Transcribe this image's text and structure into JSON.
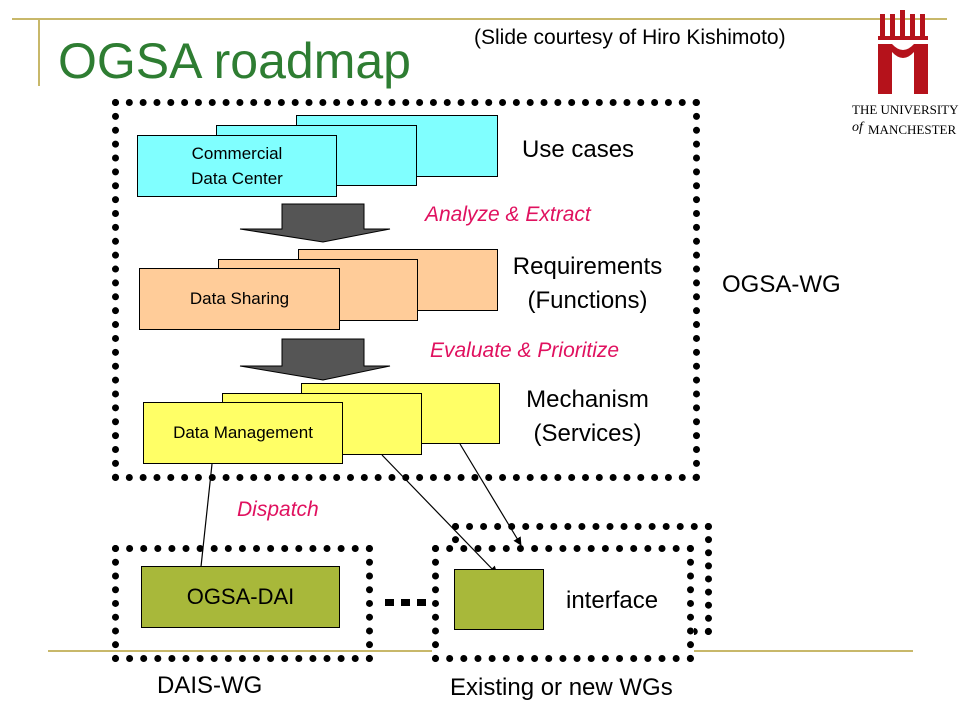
{
  "slide": {
    "title": "OGSA roadmap",
    "credit": "(Slide courtesy of Hiro Kishimoto)"
  },
  "logo": {
    "line1": "THE UNIVERSITY",
    "line2_of": "of",
    "line2": "MANCHESTER",
    "color": "#b5121b"
  },
  "stages": {
    "use_cases": {
      "front_label": "Commercial Data Center",
      "side_label": "Use cases",
      "color": "#80ffff"
    },
    "requirements": {
      "front_label": "Data Sharing",
      "side_label": "Requirements (Functions)",
      "color": "#ffcc99"
    },
    "mechanism": {
      "front_label": "Data Management",
      "side_label": "Mechanism (Services)",
      "color": "#ffff66"
    }
  },
  "actions": {
    "analyze": "Analyze & Extract",
    "evaluate": "Evaluate & Prioritize",
    "dispatch": "Dispatch"
  },
  "groups": {
    "ogsa_wg": "OGSA-WG",
    "dais_wg": "DAIS-WG",
    "existing_wgs": "Existing or new WGs"
  },
  "outputs": {
    "ogsa_dai": "OGSA-DAI",
    "interface": "interface",
    "color": "#a8b83a"
  }
}
